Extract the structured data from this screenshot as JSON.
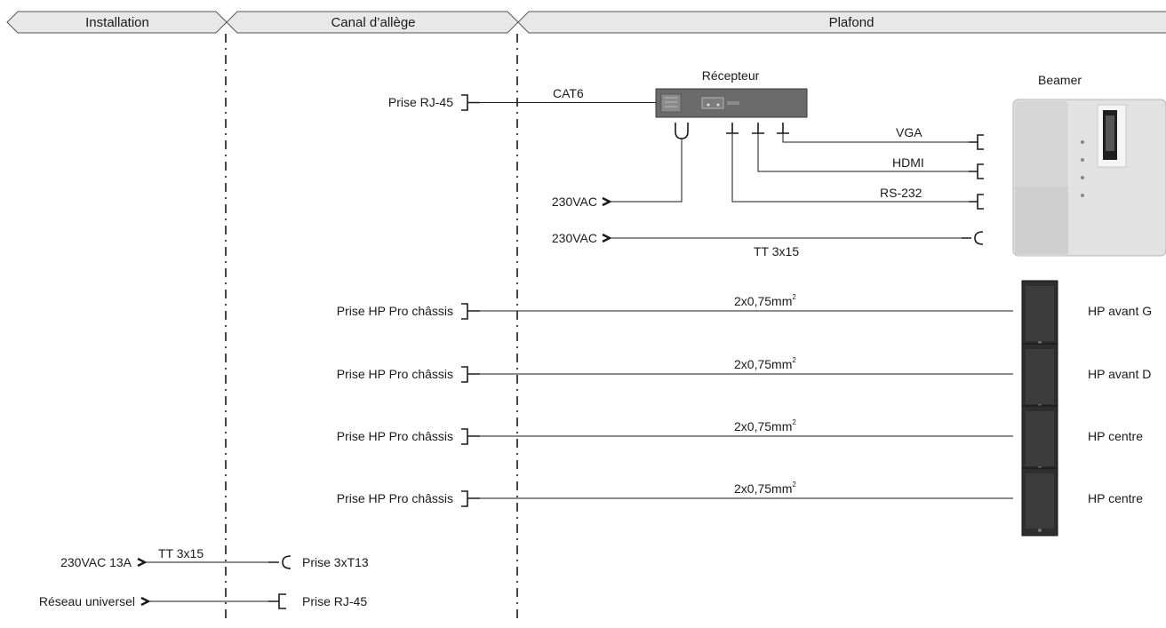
{
  "headers": {
    "installation": "Installation",
    "canal": "Canal d’allège",
    "plafond": "Plafond"
  },
  "receiver": {
    "title": "Récepteur",
    "input_socket": "Prise RJ-45",
    "input_cable": "CAT6",
    "power_1": "230VAC",
    "power_2": "230VAC",
    "power_2_cable": "TT 3x15"
  },
  "beamer": {
    "title": "Beamer",
    "outputs": [
      "VGA",
      "HDMI",
      "RS-232"
    ]
  },
  "speakers": [
    {
      "socket": "Prise HP Pro châssis",
      "cable": "2x0,75mm",
      "cable_sup": "2",
      "name": "HP avant G"
    },
    {
      "socket": "Prise HP Pro châssis",
      "cable": "2x0,75mm",
      "cable_sup": "2",
      "name": "HP avant D"
    },
    {
      "socket": "Prise HP Pro châssis",
      "cable": "2x0,75mm",
      "cable_sup": "2",
      "name": "HP centre"
    },
    {
      "socket": "Prise HP Pro châssis",
      "cable": "2x0,75mm",
      "cable_sup": "2",
      "name": "HP centre"
    }
  ],
  "installation": {
    "power_source": "230VAC 13A",
    "power_cable": "TT 3x15",
    "power_socket": "Prise 3xT13",
    "network_source": "Réseau universel",
    "network_socket": "Prise RJ-45"
  }
}
